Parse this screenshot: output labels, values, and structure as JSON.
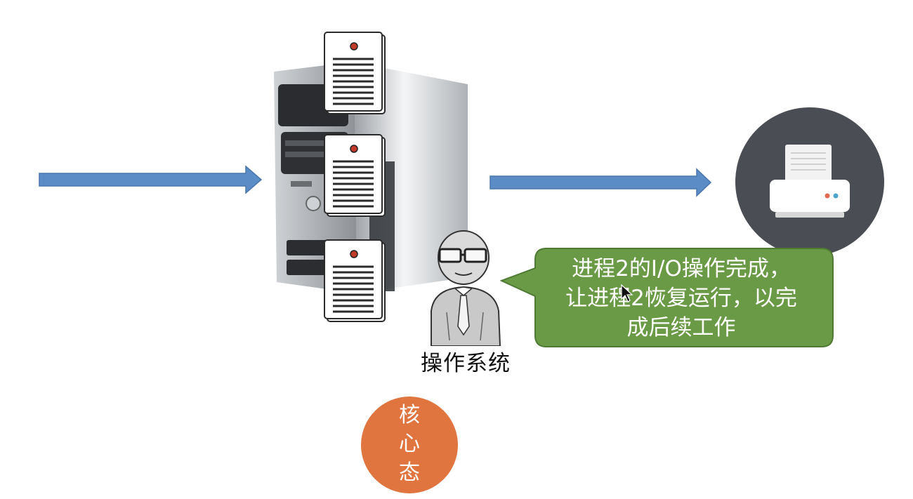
{
  "os_label": "操作系统",
  "bubble": {
    "text": "进程2的I/O操作完成，\n让进程2恢复运行，以完\n成后续工作",
    "color": "#6b9a47"
  },
  "kernel": {
    "text": "核\n心\n态",
    "color": "#e0753f"
  },
  "arrow_color": "#5b8cc6",
  "printer_bg": "#4a4d54"
}
